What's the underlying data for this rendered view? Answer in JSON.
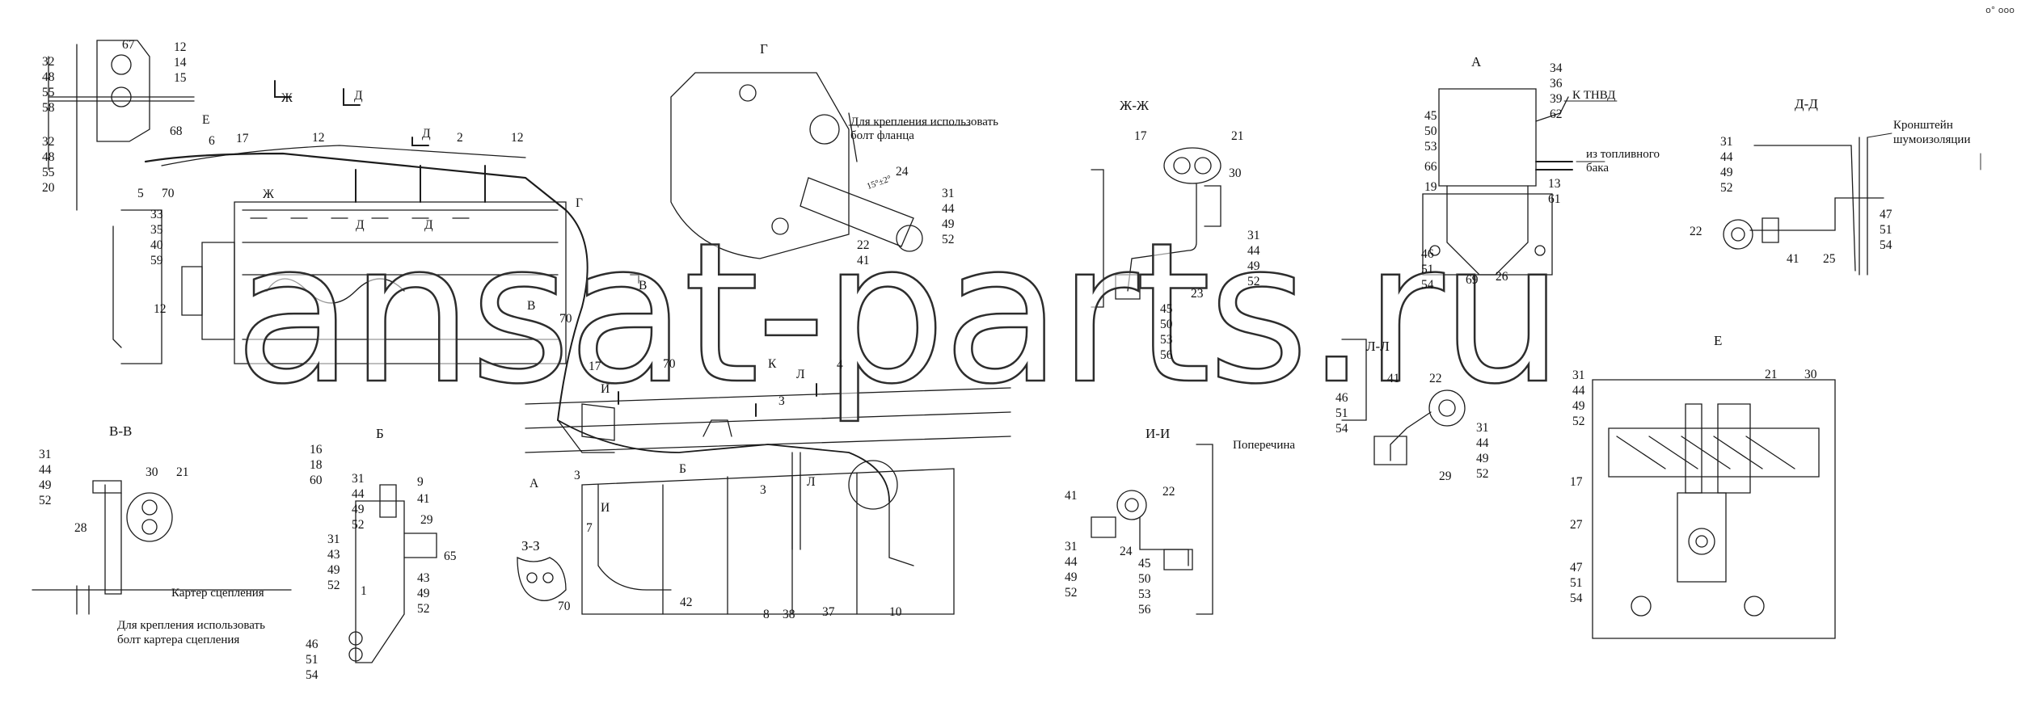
{
  "watermark": "ansat-parts.ru",
  "corner_marks": "o° ooo",
  "sections": {
    "G": "Г",
    "A": "А",
    "ZhZh": "Ж-Ж",
    "DD": "Д-Д",
    "VV": "В-В",
    "B": "Б",
    "II": "И-И",
    "LL": "Л-Л",
    "E": "Е",
    "ZZ": "З-З"
  },
  "notes": {
    "flange": [
      "Для крепления использовать",
      "болт фланца"
    ],
    "tnvd": "К ТНВД",
    "tank": [
      "из топливного",
      "бака"
    ],
    "bracket": [
      "Кронштейн",
      "шумоизоляции"
    ],
    "crossmember": "Поперечина",
    "clutch_case": "Картер сцепления",
    "clutch_bolt": [
      "Для крепления использовать",
      "болт картера сцепления"
    ]
  },
  "view_arrows": {
    "Zh": "Ж",
    "D": "Д",
    "E": "Е",
    "V": "В",
    "I": "И",
    "K": "К",
    "L": "Л",
    "Z": "З",
    "B": "Б",
    "A": "А",
    "G": "Г",
    "dim": "15°±2°"
  },
  "callouts": {
    "c67": "67",
    "s12_14_15": [
      "12",
      "14",
      "15"
    ],
    "s32_48_55_58": [
      "32",
      "48",
      "55",
      "58"
    ],
    "s32_48_55_20": [
      "32",
      "48",
      "55",
      "20"
    ],
    "c6": "6",
    "c17a": "17",
    "c12a": "12",
    "c2": "2",
    "c12b": "12",
    "c68": "68",
    "c5": "5",
    "c70a": "70",
    "s33_35_40_59": [
      "33",
      "35",
      "40",
      "59"
    ],
    "c12c": "12",
    "c24": "24",
    "s31_44_49_52_g": [
      "31",
      "44",
      "49",
      "52"
    ],
    "s22_41": [
      "22",
      "41"
    ],
    "c70b": "70",
    "c17b": "17",
    "c70c": "70",
    "c4": "4",
    "c3a": "3",
    "c3b": "3",
    "c3c": "3",
    "c7": "7",
    "c42": "42",
    "c8": "8",
    "c38": "38",
    "c37": "37",
    "c10": "10",
    "c17c": "17",
    "c21a": "21",
    "c30a": "30",
    "s31_44_49_52_zh": [
      "31",
      "44",
      "49",
      "52"
    ],
    "c23": "23",
    "s45_50_53_56_zh": [
      "45",
      "50",
      "53",
      "56"
    ],
    "s34_36_39_62": [
      "34",
      "36",
      "39",
      "62"
    ],
    "s45_50_53_66_19": [
      "45",
      "50",
      "53",
      "66",
      "19"
    ],
    "s13_61": [
      "13",
      "61"
    ],
    "s46_51_54_a": [
      "46",
      "51",
      "54"
    ],
    "c69": "69",
    "c26": "26",
    "s31_44_49_52_d": [
      "31",
      "44",
      "49",
      "52"
    ],
    "c22a": "22",
    "c41a": "41",
    "c25": "25",
    "s47_51_54_d": [
      "47",
      "51",
      "54"
    ],
    "s31_44_49_52_vv": [
      "31",
      "44",
      "49",
      "52"
    ],
    "c30b": "30",
    "c21b": "21",
    "c28": "28",
    "s16_18_60": [
      "16",
      "18",
      "60"
    ],
    "s31_44_49_52_b": [
      "31",
      "44",
      "49",
      "52"
    ],
    "c9": "9",
    "c41b": "41",
    "c29a": "29",
    "c65": "65",
    "s31_43_49_52": [
      "31",
      "43",
      "49",
      "52"
    ],
    "c1": "1",
    "s43_49_52": [
      "43",
      "49",
      "52"
    ],
    "s46_51_54_b": [
      "46",
      "51",
      "54"
    ],
    "c70d": "70",
    "c41c": "41",
    "c22b": "22",
    "s31_44_49_52_ii": [
      "31",
      "44",
      "49",
      "52"
    ],
    "c24b": "24",
    "s45_50_53_56_ii": [
      "45",
      "50",
      "53",
      "56"
    ],
    "s46_51_54_ll": [
      "46",
      "51",
      "54"
    ],
    "c41d": "41",
    "c22c": "22",
    "s31_44_49_52_ll": [
      "31",
      "44",
      "49",
      "52"
    ],
    "c29b": "29",
    "s31_44_49_52_e": [
      "31",
      "44",
      "49",
      "52"
    ],
    "c21c": "21",
    "c30c": "30",
    "c17d": "17",
    "c27": "27",
    "s47_51_54_e": [
      "47",
      "51",
      "54"
    ]
  }
}
